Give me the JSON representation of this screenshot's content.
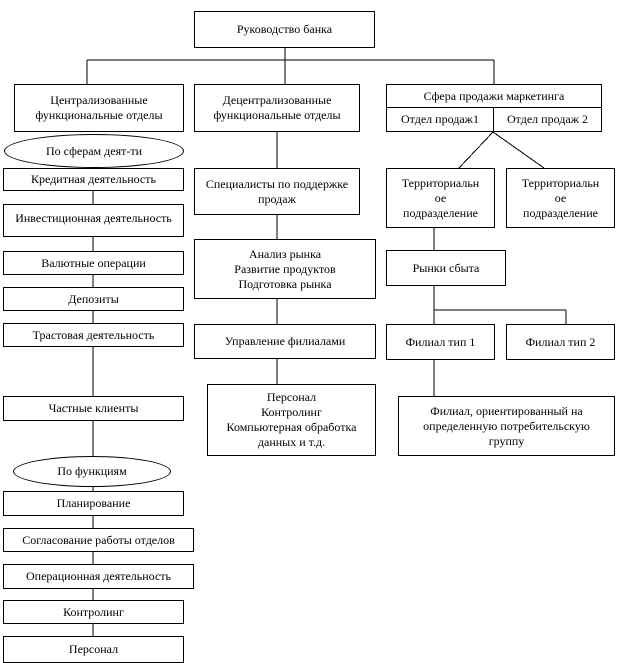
{
  "title": "Руководство банка",
  "columns": {
    "centralized": "Централизованные функциональные отделы",
    "decentralized": "Децентрализованные функциональные отделы",
    "sales": {
      "title": "Сфера продажи маркетинга",
      "dept1": "Отдел продаж1",
      "dept2": "Отдел продаж 2"
    }
  },
  "by_activity": {
    "label": "По сферам деят-ти",
    "items": [
      "Кредитная деятельность",
      "Инвестиционная деятельность",
      "Валютные операции",
      "Депозиты",
      "Трастовая деятельность"
    ]
  },
  "private_clients": "Частные клиенты",
  "by_function": {
    "label": "По функциям",
    "items": [
      "Планирование",
      "Согласование работы отделов",
      "Операционная деятельность",
      "Контролинг",
      "Персонал"
    ]
  },
  "decentral_items": {
    "sales_support": "Специалисты по поддержке продаж",
    "market": [
      "Анализ рынка",
      "Развитие продуктов",
      "Подготовка рынка"
    ],
    "branch_mgmt": "Управление филиалами",
    "personnel": [
      "Персонал",
      "Контролинг",
      "Компьютерная обработка",
      "данных и т.д."
    ]
  },
  "sales_items": {
    "territorial_1": [
      "Территориальн",
      "ое",
      "подразделение"
    ],
    "territorial_2": [
      "Территориальн",
      "ое",
      "подразделение"
    ],
    "markets": "Рынки сбыта",
    "branch_type1": "Филиал тип 1",
    "branch_type2": "Филиал тип 2",
    "branch_targeted": [
      "Филиал, ориентированный на",
      "определенную потребительскую",
      "группу"
    ]
  }
}
